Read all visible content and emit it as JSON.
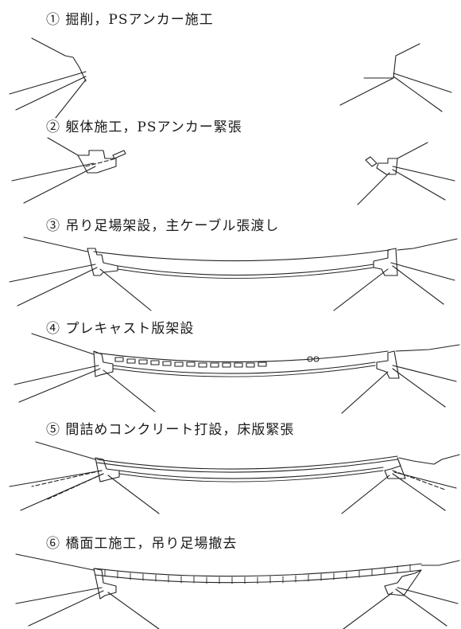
{
  "steps": [
    {
      "number": "①",
      "title": "掘削，PSアンカー施工"
    },
    {
      "number": "②",
      "title": "躯体施工，PSアンカー緊張"
    },
    {
      "number": "③",
      "title": "吊り足場架設，主ケーブル張渡し"
    },
    {
      "number": "④",
      "title": "プレキャスト版架設"
    },
    {
      "number": "⑤",
      "title": "間詰めコンクリート打設，床版緊張"
    },
    {
      "number": "⑥",
      "title": "橋面工施工，吊り足場撤去"
    }
  ]
}
